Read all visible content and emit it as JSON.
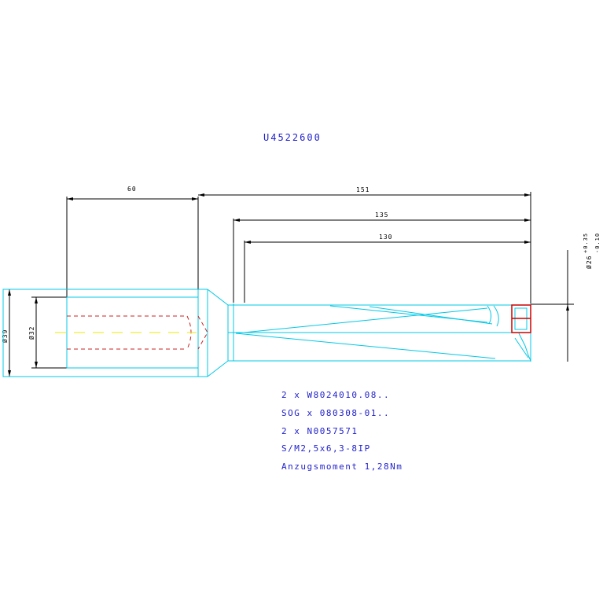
{
  "drawing": {
    "part_number": "U4522600",
    "dimensions": {
      "shank_length": "60",
      "overall_length": "151",
      "length_mid": "135",
      "length_short": "130",
      "shank_diameter": "Ø39",
      "inner_diameter": "Ø32",
      "tip_diameter": "Ø26",
      "tip_tol_upper": "+0.35",
      "tip_tol_lower": "-0.10"
    },
    "notes": [
      "2 x W8024010.08..",
      "SOG x 080308-01..",
      "2 x N0057571",
      "S/M2,5x6,3-8IP",
      "Anzugsmoment 1,28Nm"
    ],
    "colors": {
      "outline": "#00c8e6",
      "dimension": "#000000",
      "text": "#2222cc",
      "hidden": "#cc2222",
      "centerline": "#e8e800",
      "insert": "#cc0000"
    }
  }
}
